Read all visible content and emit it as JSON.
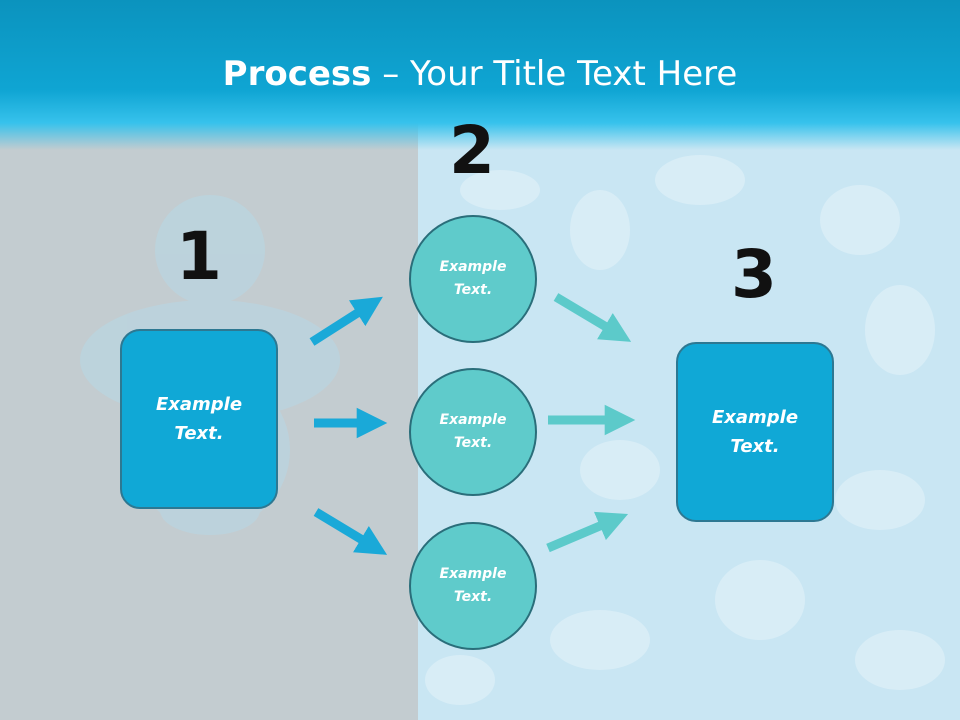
{
  "title": {
    "bold": "Process",
    "separator": " – ",
    "rest": "Your Title Text Here"
  },
  "steps": {
    "one": "1",
    "two": "2",
    "three": "3"
  },
  "left_box": {
    "label": "Example Text."
  },
  "circles": [
    {
      "label": "Example Text."
    },
    {
      "label": "Example Text."
    },
    {
      "label": "Example Text."
    }
  ],
  "right_box": {
    "label": "Example Text."
  },
  "colors": {
    "header": "#0fa5d3",
    "box_fill": "#10a8d6",
    "circle_fill": "#5fcbcb",
    "arrow_blue": "#1aa9d8",
    "arrow_teal": "#5ccaca",
    "text_dark": "#111111"
  }
}
